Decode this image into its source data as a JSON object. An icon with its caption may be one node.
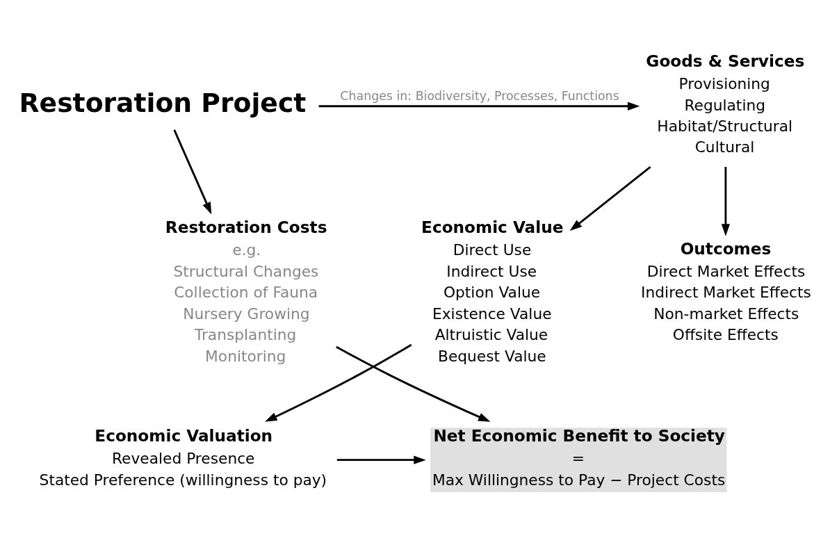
{
  "diagram": {
    "nodes": [
      {
        "text": [
          "Restoration Project"
        ]
      },
      {
        "text": [
          "Goods & Services",
          "Provisioning",
          "Regulating",
          "Habitat/Structural",
          "Cultural"
        ]
      },
      {
        "text": [
          "Restoration Costs",
          "e.g.",
          "Structural Changes",
          "Collection of Fauna",
          "Nursery Growing",
          "Transplanting",
          "Monitoring"
        ]
      },
      {
        "text": [
          "Outcomes",
          "Direct Market Effects",
          "Indirect Market Effects",
          "Non-market Effects",
          "Offsite Effects"
        ]
      },
      {
        "text": [
          "Economic Value",
          "Direct Use",
          "Indirect Use",
          "Option Value",
          "Existence Value",
          "Altruistic Value",
          "Bequest Value"
        ]
      },
      {
        "text": [
          "Net Economic Benefit to Society",
          "=",
          "Max Willingness to Pay − Project Costs"
        ]
      },
      {
        "text": [
          "Economic Valuation",
          "Revealed Presence",
          "Stated Preference (willingness to pay)"
        ]
      }
    ],
    "edges": [
      {
        "from": 0,
        "to": 1,
        "arrow": "to",
        "label": "Changes in: Biodiversity, Processes, Functions"
      },
      {
        "from": 0,
        "to": 2,
        "arrow": "to"
      },
      {
        "from": 1,
        "to": 3,
        "arrow": "to"
      },
      {
        "from": 1,
        "to": 4,
        "arrow": "to"
      },
      {
        "from": 2,
        "to": 5,
        "arrow": "to"
      },
      {
        "from": 4,
        "to": 6,
        "arrow": "to"
      },
      {
        "from": 6,
        "to": 5,
        "arrow": "to"
      }
    ]
  }
}
